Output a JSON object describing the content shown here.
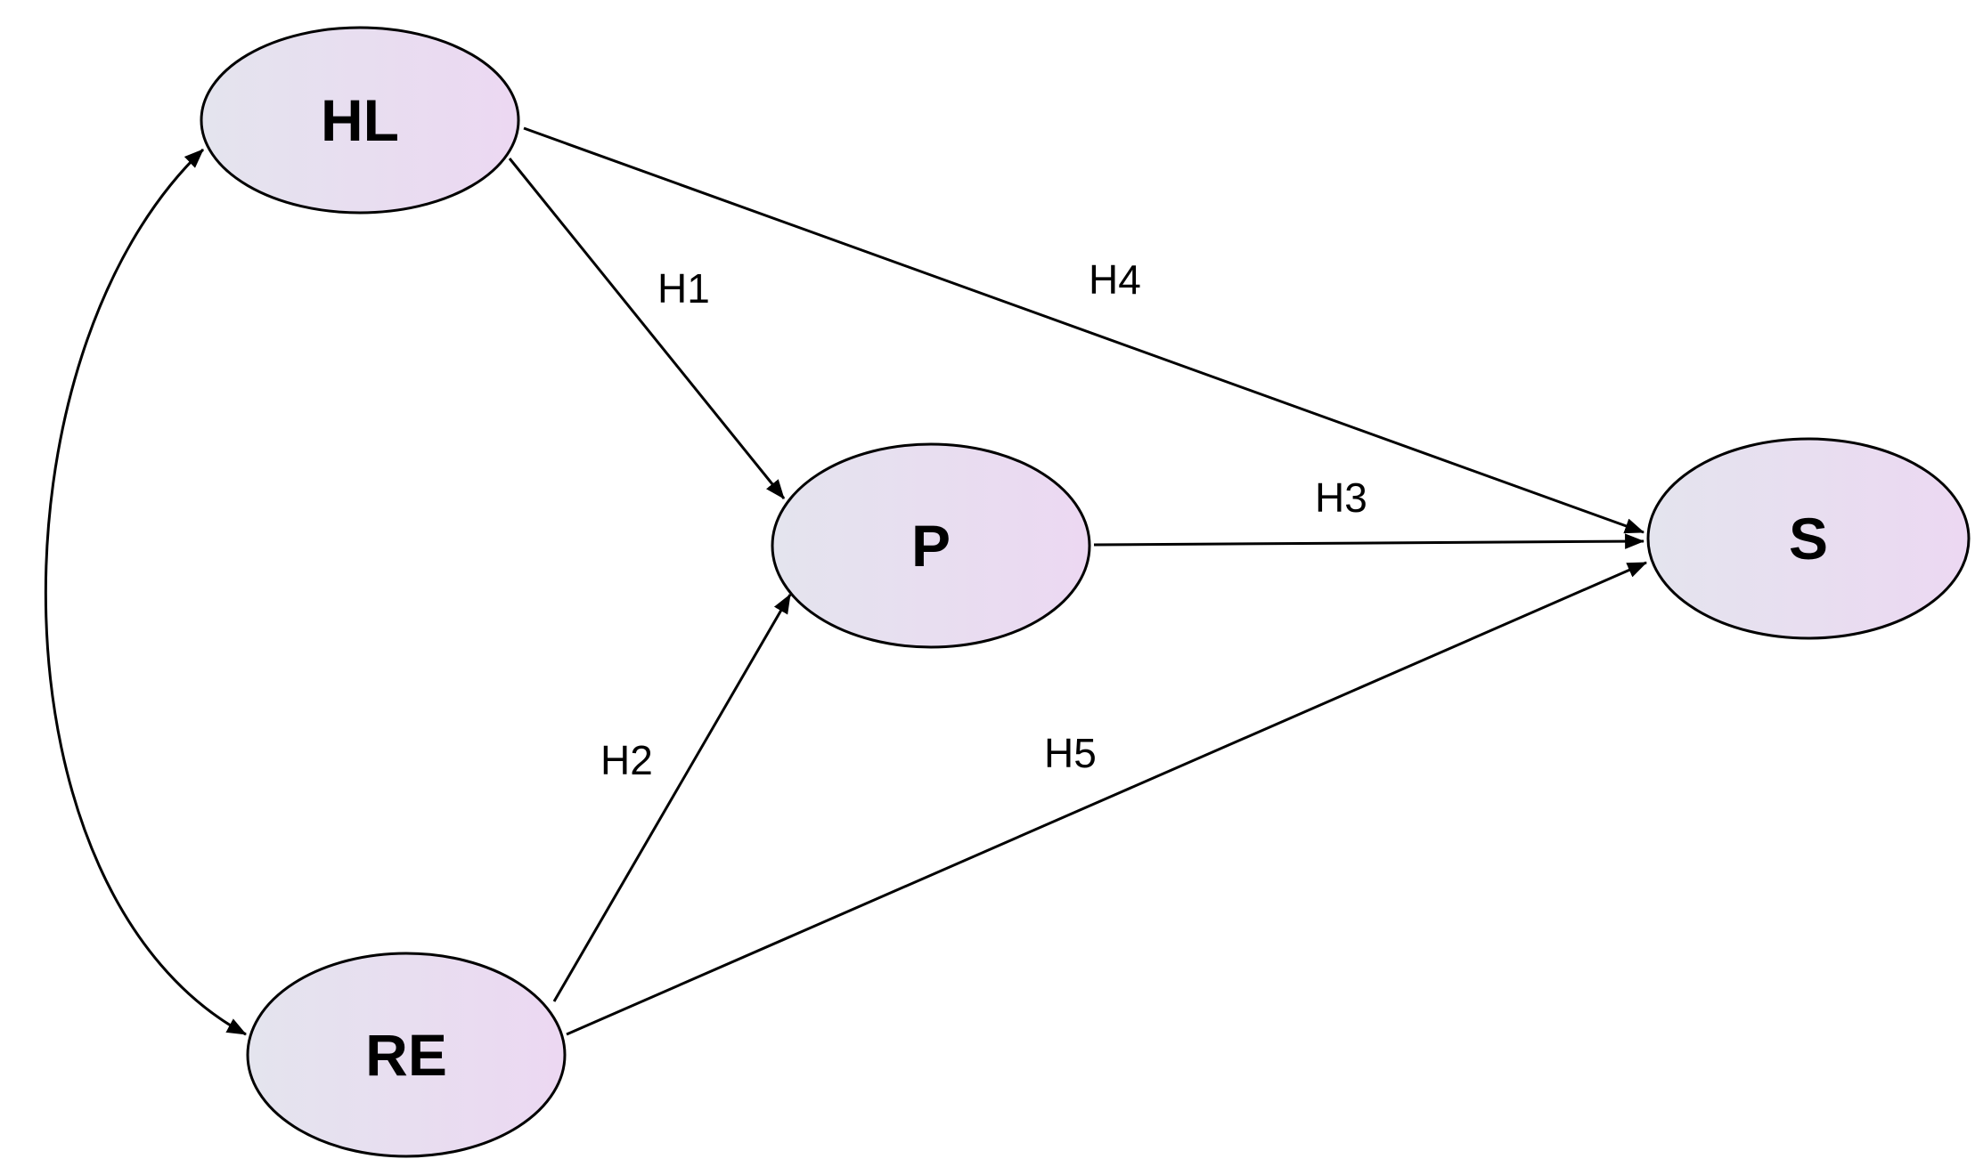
{
  "colors": {
    "node_fill_start": "#e4e4ee",
    "node_fill_end": "#ecd8f2",
    "stroke": "#000000",
    "background": "#ffffff"
  },
  "nodes": [
    {
      "id": "HL",
      "label": "HL"
    },
    {
      "id": "P",
      "label": "P"
    },
    {
      "id": "S",
      "label": "S"
    },
    {
      "id": "RE",
      "label": "RE"
    }
  ],
  "edges": [
    {
      "id": "hl-p",
      "from": "HL",
      "to": "P",
      "label": "H1"
    },
    {
      "id": "re-p",
      "from": "RE",
      "to": "P",
      "label": "H2"
    },
    {
      "id": "p-s",
      "from": "P",
      "to": "S",
      "label": "H3"
    },
    {
      "id": "hl-s",
      "from": "HL",
      "to": "S",
      "label": "H4"
    },
    {
      "id": "re-s",
      "from": "RE",
      "to": "S",
      "label": "H5"
    },
    {
      "id": "hl-re",
      "from": "HL",
      "to": "RE",
      "label": "",
      "bidirectional": true
    }
  ]
}
